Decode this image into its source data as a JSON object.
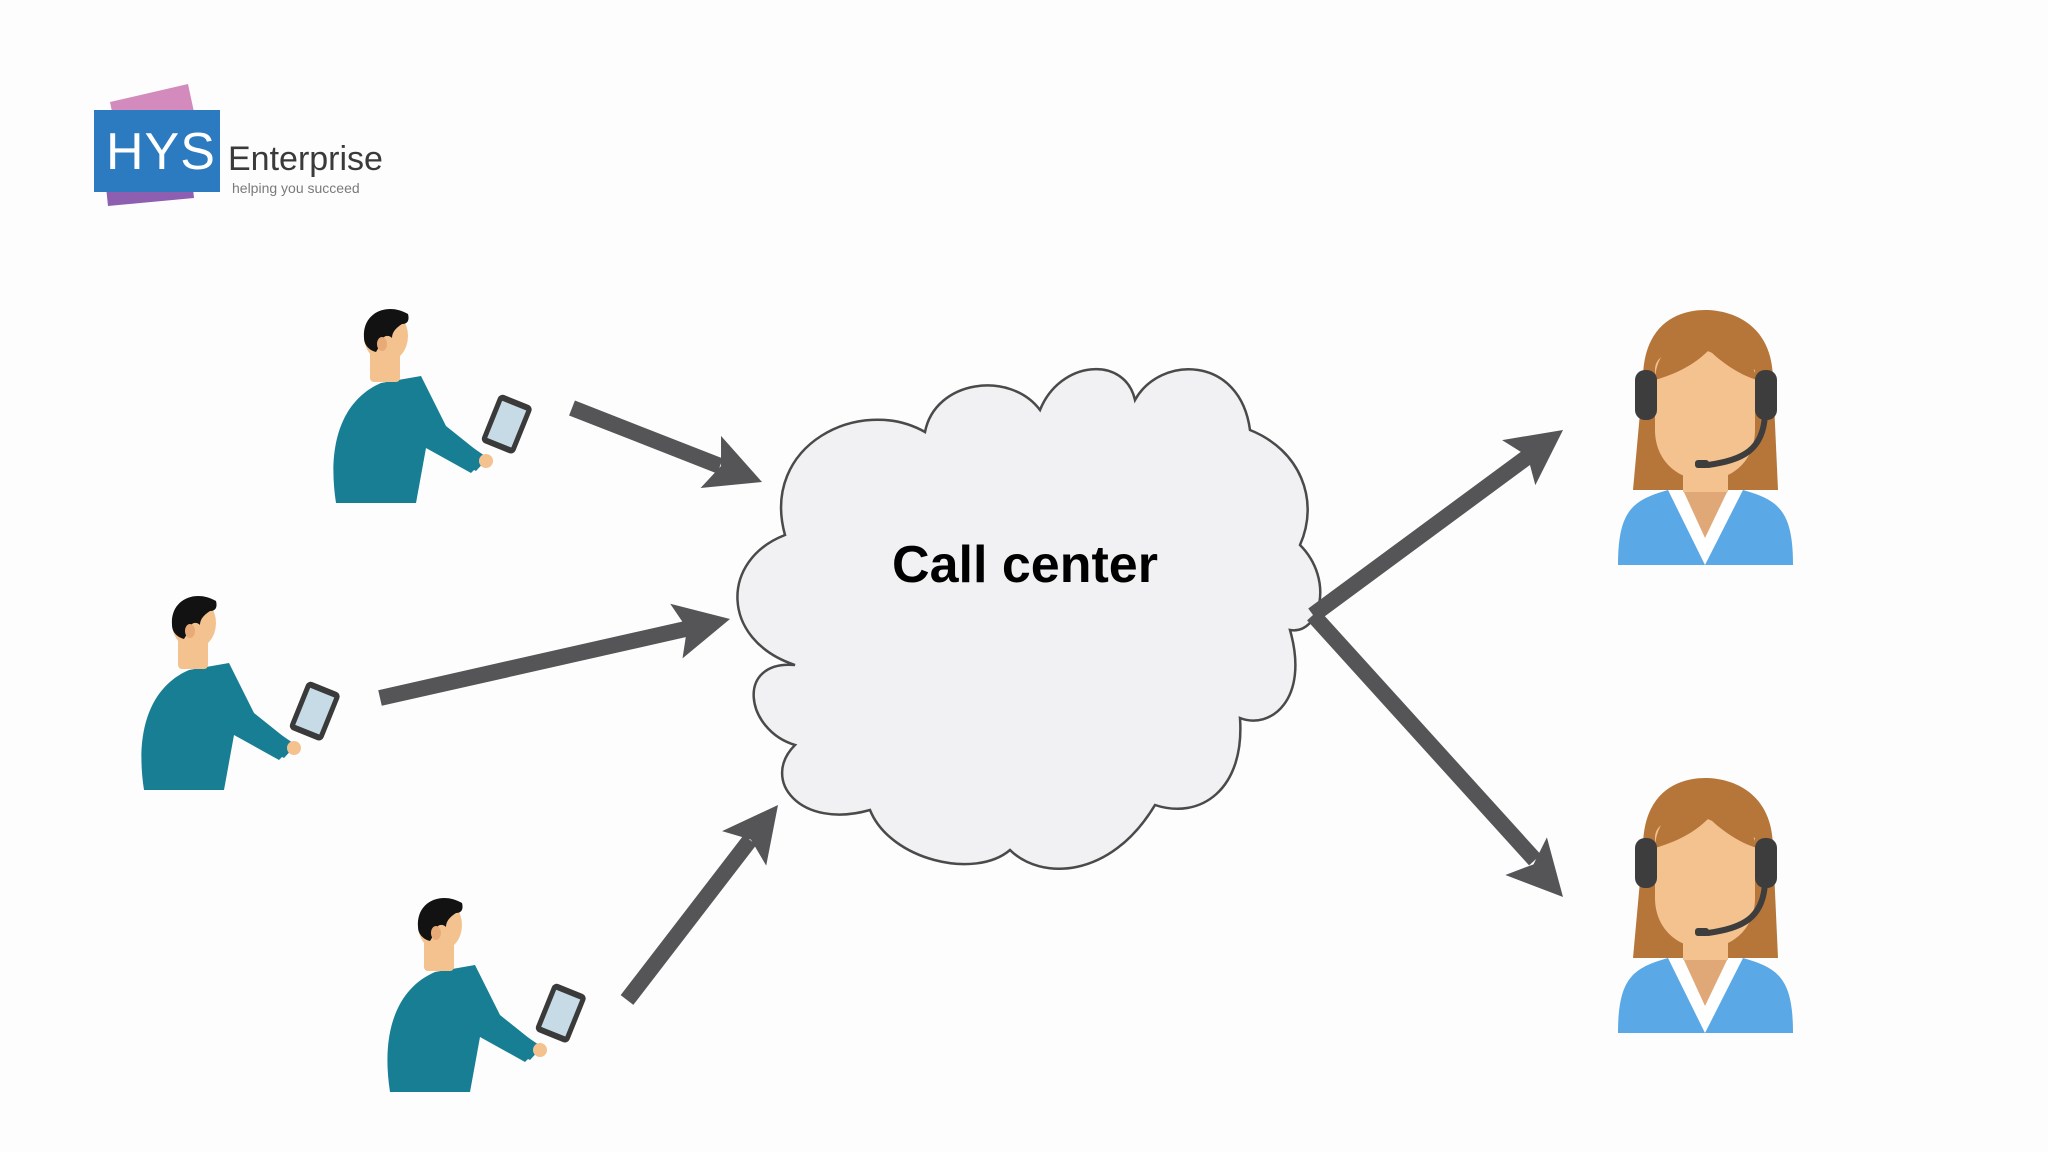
{
  "logo": {
    "mark": "HYS",
    "word": "Enterprise",
    "tagline": "helping you succeed"
  },
  "diagram": {
    "center_label": "Call center"
  },
  "colors": {
    "logo_blue": "#2c7ac0",
    "logo_purple": "#8e5fb0",
    "logo_pink": "#d38bbd",
    "arrow": "#555456",
    "cloud_fill": "#f1f0f2",
    "cloud_stroke": "#4a4a4a",
    "person_shirt": "#177e94",
    "person_hair": "#121212",
    "skin": "#f4c28f",
    "agent_hair": "#b6763a",
    "agent_jacket": "#5aa9e6",
    "headset": "#3d3d3d"
  },
  "icons": [
    "caller-person-icon",
    "tablet-icon",
    "call-center-agent-icon",
    "headset-icon",
    "flow-arrow"
  ]
}
